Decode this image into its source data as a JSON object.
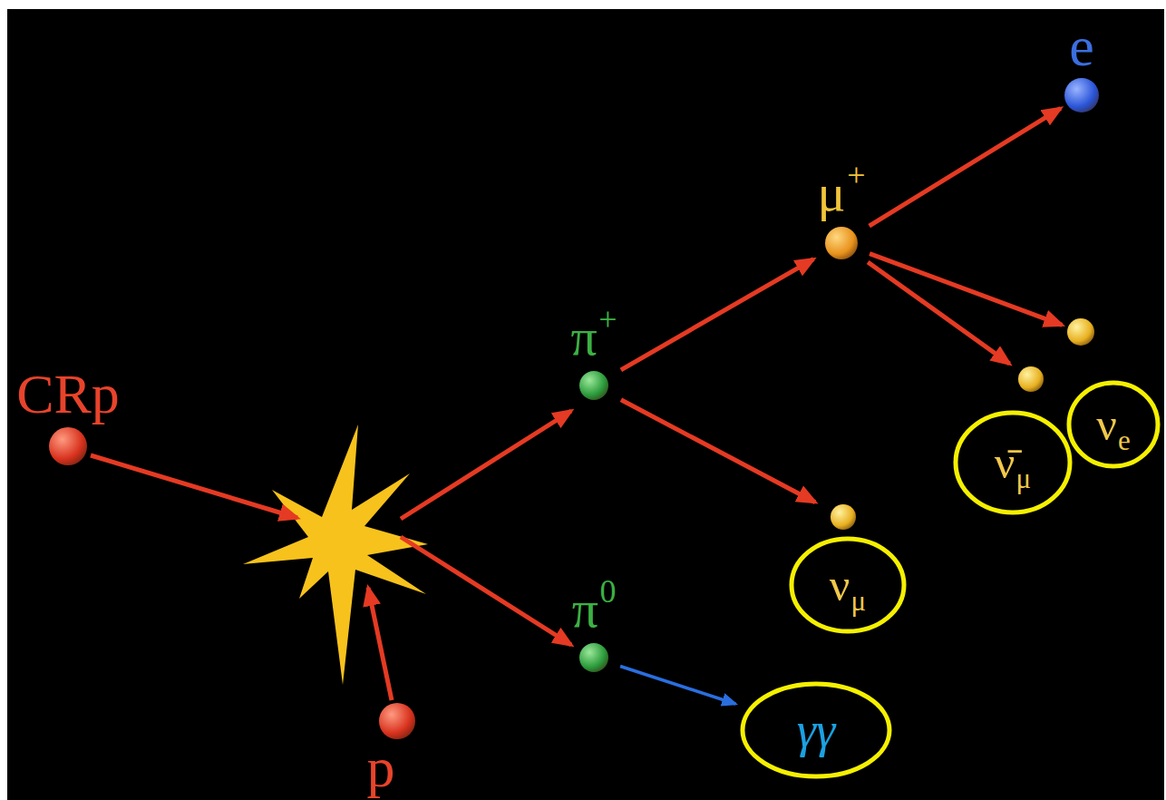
{
  "diagram": {
    "nodes": [
      {
        "text": [
          "CRp"
        ]
      },
      {
        "text": [
          "p"
        ]
      },
      {
        "text": [
          "π+"
        ]
      },
      {
        "text": [
          "π0"
        ]
      },
      {
        "text": [
          "μ+"
        ]
      },
      {
        "text": [
          "νμ"
        ]
      },
      {
        "text": [
          "e"
        ]
      },
      {
        "text": [
          "ν̄μ"
        ]
      },
      {
        "text": [
          "νe"
        ]
      },
      {
        "text": [
          "γγ"
        ]
      }
    ],
    "edges": [
      {
        "from": 2,
        "to": 4,
        "arrow": "to"
      },
      {
        "from": 2,
        "to": 5,
        "arrow": "to"
      },
      {
        "from": 4,
        "to": 6,
        "arrow": "to"
      },
      {
        "from": 4,
        "to": 7,
        "arrow": "to"
      },
      {
        "from": 4,
        "to": 8,
        "arrow": "to"
      },
      {
        "from": 3,
        "to": 9,
        "arrow": "to"
      }
    ]
  }
}
